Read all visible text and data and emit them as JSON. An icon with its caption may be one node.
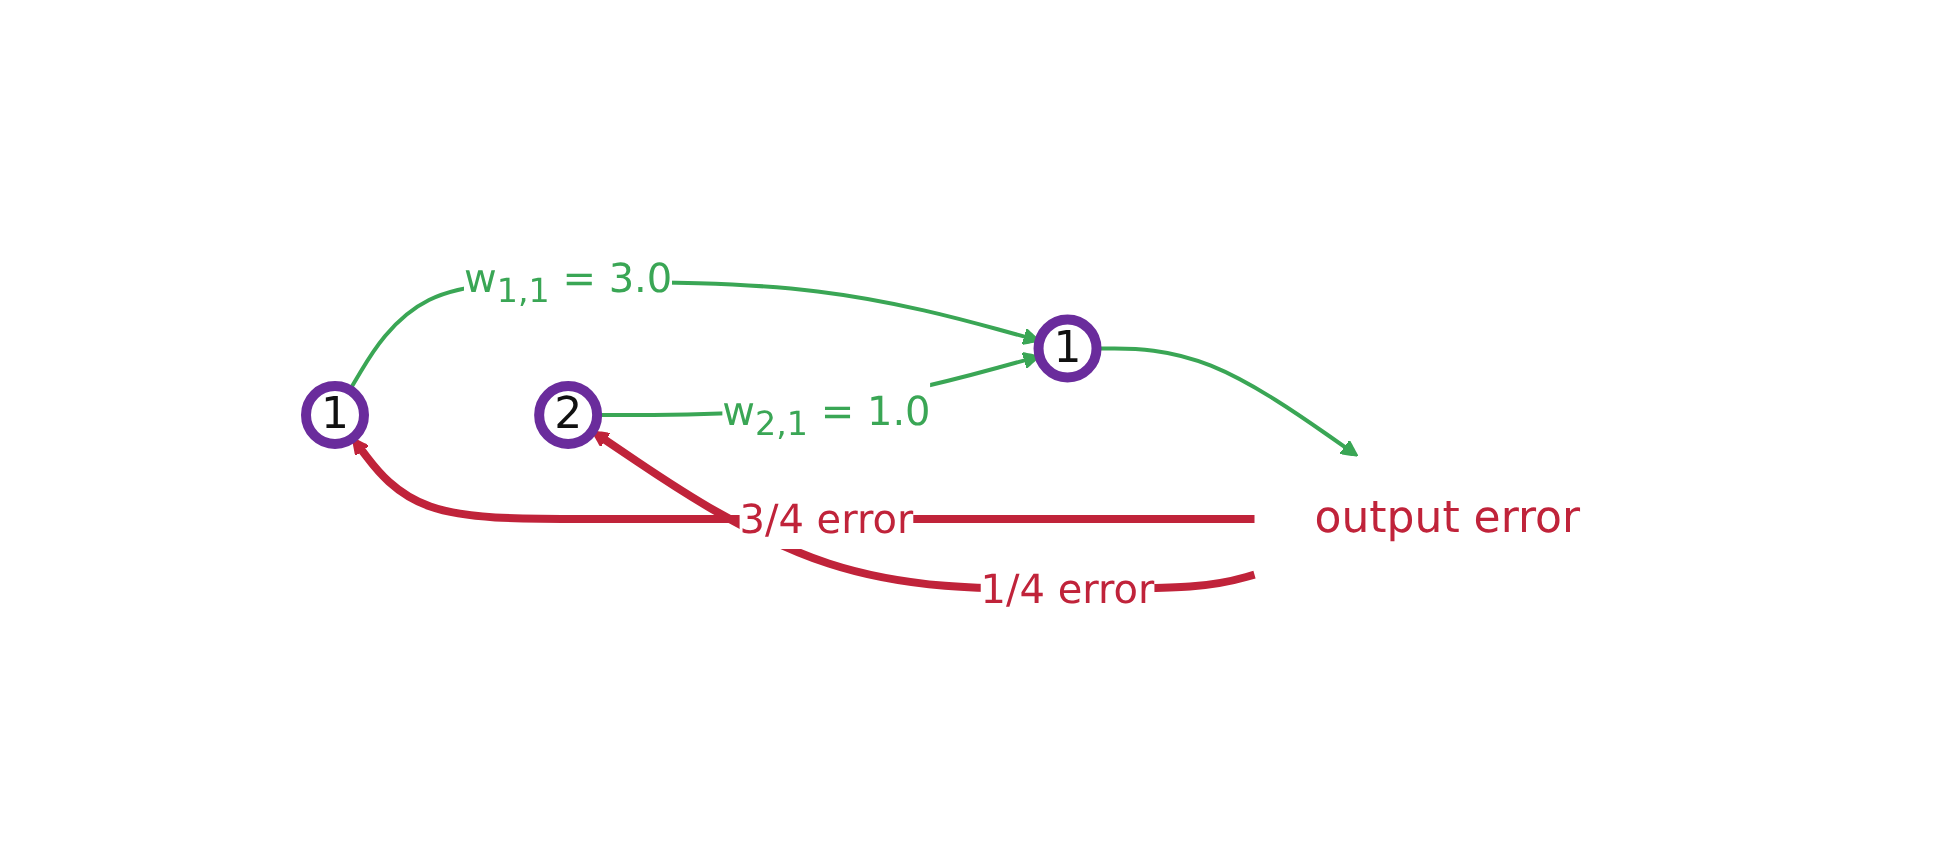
{
  "diagram": {
    "nodes": [
      {
        "text": [
          "1"
        ]
      },
      {
        "text": [
          "2"
        ]
      },
      {
        "text": [
          "1"
        ]
      },
      {
        "text": [
          "output error"
        ]
      }
    ],
    "edges": [
      {
        "from": 0,
        "to": 2,
        "arrow": "to",
        "label": "w$_{1,1}$ = 3.0"
      },
      {
        "from": 1,
        "to": 2,
        "arrow": "to",
        "label": "w$_{2,1}$ = 1.0"
      },
      {
        "from": 2,
        "to": 3,
        "arrow": "to"
      },
      {
        "from": 3,
        "to": 0,
        "arrow": "to",
        "label": "3/4 error",
        "style": "thick",
        "color": "#c0233a"
      },
      {
        "from": 3,
        "to": 1,
        "arrow": "to",
        "label": "1/4 error",
        "style": "thick",
        "color": "#c0233a"
      }
    ]
  }
}
